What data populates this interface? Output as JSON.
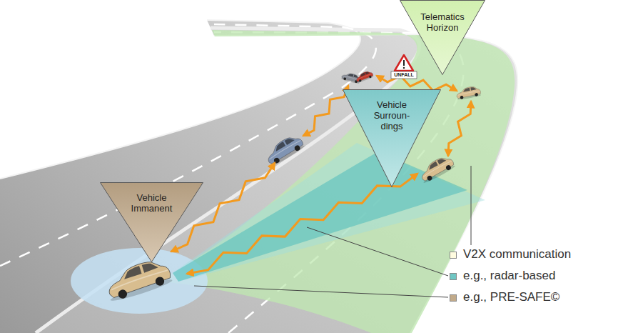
{
  "diagram": {
    "nodes": [
      {
        "text": [
          "Telematics Horizon"
        ]
      },
      {
        "text": [
          "Vehicle Surroun- dings"
        ]
      },
      {
        "text": [
          "Vehicle Immanent"
        ]
      }
    ],
    "labels": [
      "UNFALL"
    ],
    "legend": [
      {
        "text": "V2X communication",
        "color": "#fffce0"
      },
      {
        "text": "e.g., radar-based",
        "color": "#6fc6c3"
      },
      {
        "text": "e.g., PRE-SAFE©",
        "color": "#c1aa8a"
      }
    ]
  }
}
